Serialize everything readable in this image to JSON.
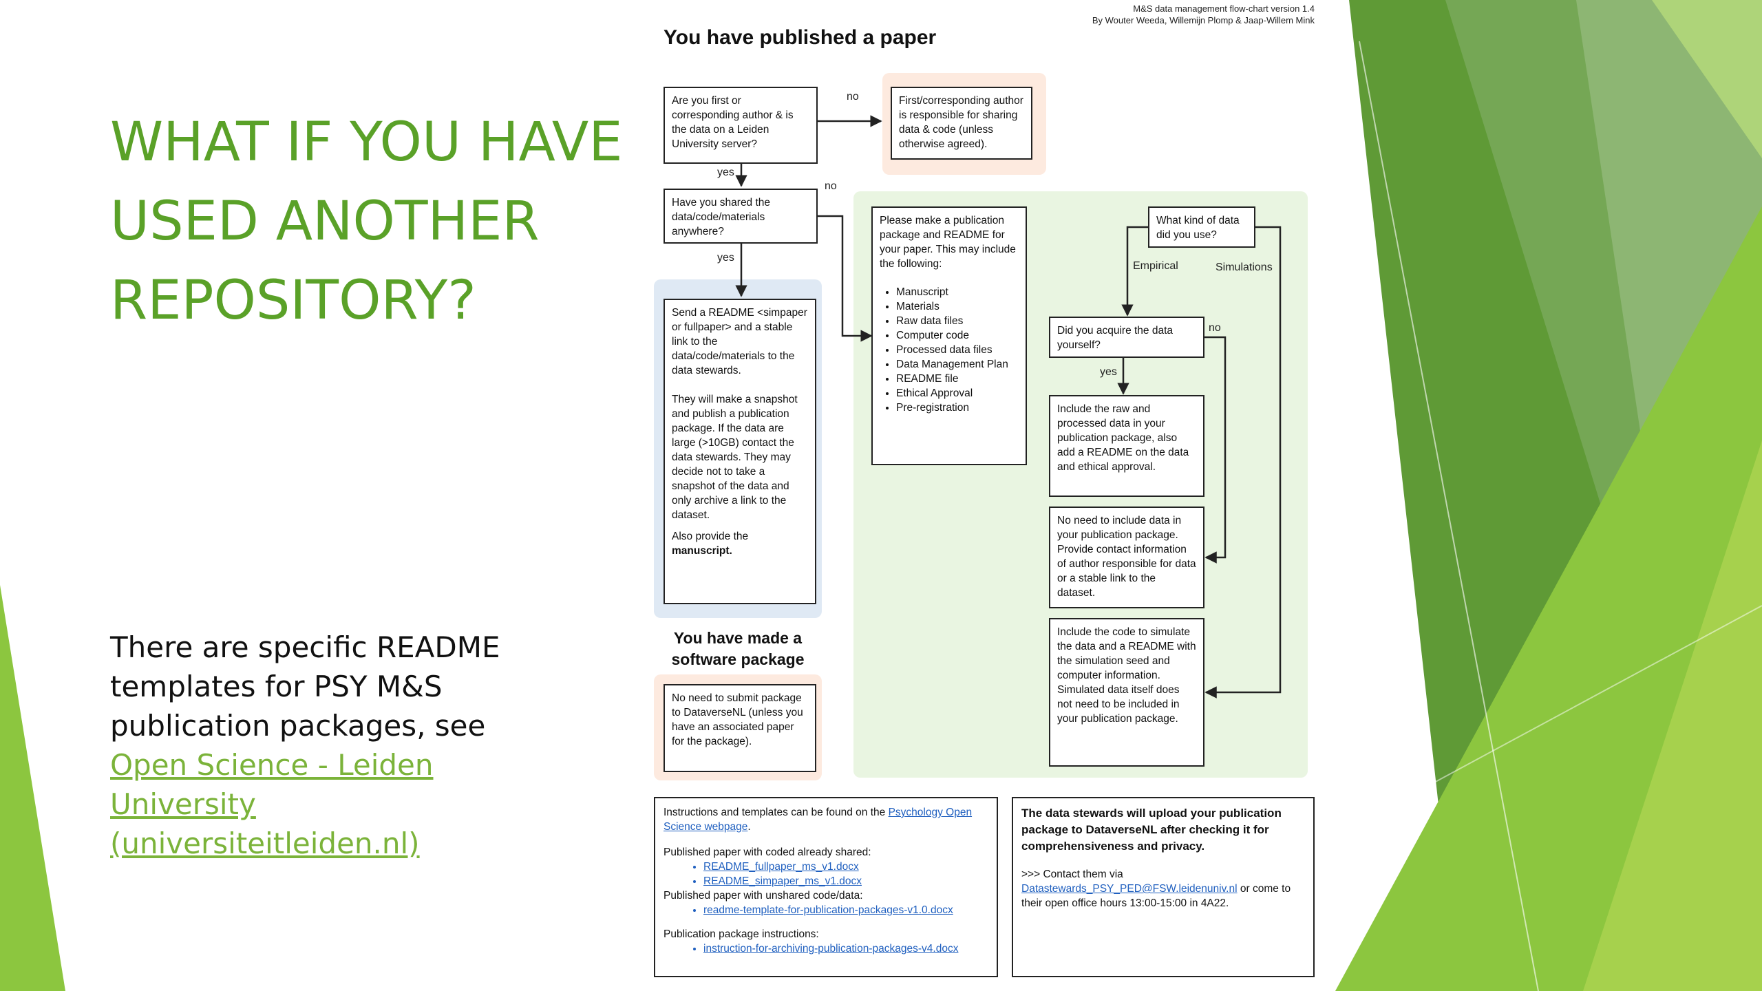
{
  "slide": {
    "title": "WHAT IF YOU HAVE USED ANOTHER REPOSITORY?",
    "body_text": "There are specific README templates for PSY M&S publication packages, see",
    "link_text": "Open Science - Leiden University (universiteitleiden.nl)",
    "colors": {
      "title_green": "#5aa128",
      "link_green": "#7bb33a",
      "accent_dark": "#4f8a2b",
      "accent_light": "#8cc63f"
    }
  },
  "flowchart": {
    "header_line1": "M&S data management flow-chart version 1.4",
    "header_line2": "By Wouter Weeda, Willemijn Plomp & Jaap-Willem Mink",
    "title": "You have published a paper",
    "q_author": "Are you first or corresponding author & is the data on a Leiden University server?",
    "responsible": "First/corresponding author is responsible for sharing data & code (unless otherwise agreed).",
    "q_shared": "Have you shared the data/code/materials anywhere?",
    "send_readme_p1": "Send a README <simpaper or fullpaper> and a stable link to the data/code/materials to the data stewards.",
    "send_readme_p2": "They will make a snapshot and publish a publication package. If the data are large (>10GB) contact the data stewards. They may decide not to take a snapshot of the data and only archive a link to the dataset.",
    "send_readme_p3_prefix": "Also provide the",
    "send_readme_p3_bold": "manuscript.",
    "package_intro": "Please make a publication package and README for your paper. This may include the following:",
    "package_items": [
      "Manuscript",
      "Materials",
      "Raw data files",
      "Computer code",
      "Processed data files",
      "Data Management Plan",
      "README file",
      "Ethical Approval",
      "Pre-registration"
    ],
    "q_data_kind": "What kind of data did you use?",
    "label_empirical": "Empirical",
    "label_simulations": "Simulations",
    "q_acquire": "Did you acquire the data yourself?",
    "include_raw": "Include the raw and processed data in your publication package, also add a README on the data and ethical approval.",
    "no_need_data": "No need to include data in your publication package. Provide contact information of author responsible for data or a stable link to the dataset.",
    "include_code": "Include the code to simulate the data and a README with the simulation seed and computer information. Simulated data itself does not need to be included in your publication package.",
    "label_no": "no",
    "label_yes": "yes",
    "software_title": "You have made a software package",
    "software_box": "No need to submit package to DataverseNL (unless you have an associated paper for the package).",
    "instructions_prefix": "Instructions and templates can be found on the",
    "instructions_link": "Psychology Open Science webpage",
    "instructions_suffix": ".",
    "coded_shared_label": "Published paper with coded already shared:",
    "coded_shared_links": [
      "README_fullpaper_ms_v1.docx",
      "README_simpaper_ms_v1.docx"
    ],
    "unshared_label": "Published paper with unshared code/data:",
    "unshared_links": [
      "readme-template-for-publication-packages-v1.0.docx"
    ],
    "package_instr_label": "Publication package instructions:",
    "package_instr_links": [
      "instruction-for-archiving-publication-packages-v4.docx"
    ],
    "stewards_bold": "The data stewards will upload your publication package to DataverseNL after checking it for comprehensiveness and privacy.",
    "contact_prefix": ">>> Contact them via",
    "contact_link": "Datastewards_PSY_PED@FSW.leidenuniv.nl",
    "contact_suffix": "or come to their open office hours 13:00-15:00 in 4A22."
  }
}
